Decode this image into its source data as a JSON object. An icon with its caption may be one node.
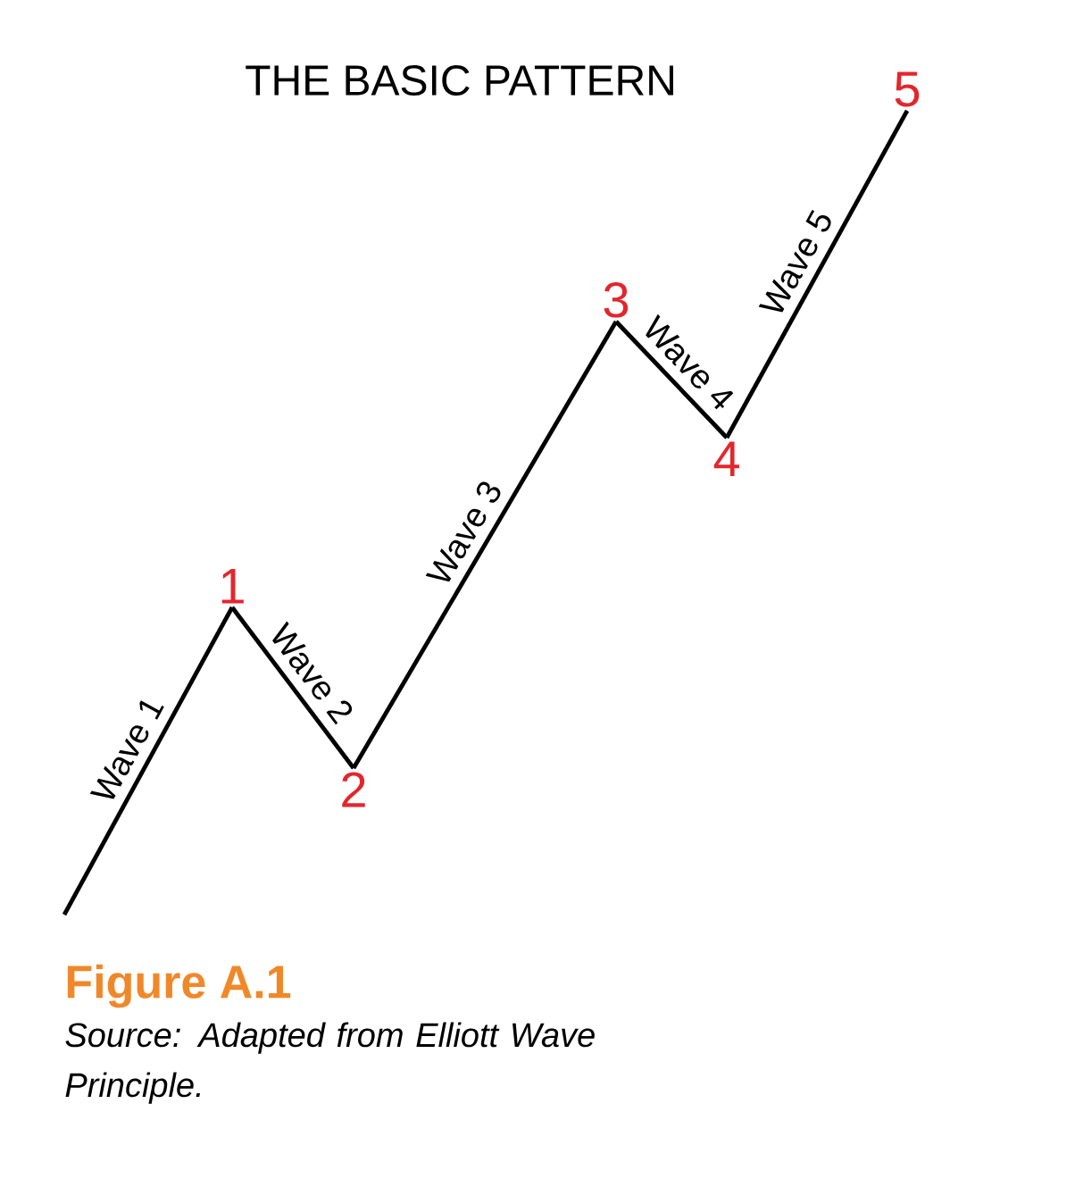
{
  "diagram": {
    "title": "THE BASIC PATTERN",
    "caption": "Figure A.1",
    "nodes": [
      {
        "text": [
          "1"
        ]
      },
      {
        "text": [
          "2"
        ]
      },
      {
        "text": [
          "3"
        ]
      },
      {
        "text": [
          "4"
        ]
      },
      {
        "text": [
          "5"
        ]
      }
    ],
    "edges": [
      {
        "from": null,
        "to": 0,
        "arrow": "none",
        "label": "Wave 1"
      },
      {
        "from": 0,
        "to": 1,
        "arrow": "none",
        "label": "Wave 2"
      },
      {
        "from": 1,
        "to": 2,
        "arrow": "none",
        "label": "Wave 3"
      },
      {
        "from": 2,
        "to": 3,
        "arrow": "none",
        "label": "Wave 4"
      },
      {
        "from": 3,
        "to": 4,
        "arrow": "none",
        "label": "Wave 5"
      }
    ],
    "labels": [
      "Source: Adapted from Elliott Wave Principle."
    ]
  }
}
